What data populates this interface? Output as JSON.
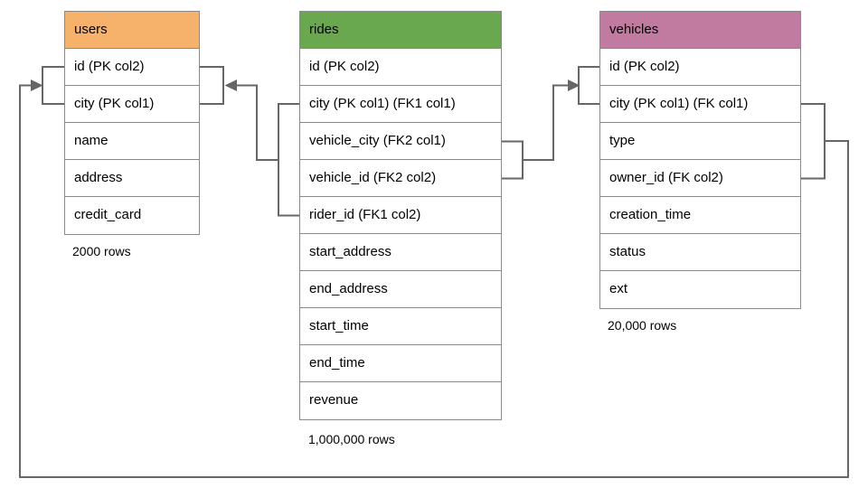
{
  "diagram": {
    "line_color": "#666666",
    "tables": [
      {
        "name": "users",
        "header_color": "#F6B26B",
        "columns": [
          "id (PK col2)",
          "city (PK col1)",
          "name",
          "address",
          "credit_card"
        ],
        "row_count_label": "2000 rows"
      },
      {
        "name": "rides",
        "header_color": "#6AA84F",
        "columns": [
          "id (PK col2)",
          "city (PK col1) (FK1 col1)",
          "vehicle_city (FK2 col1)",
          "vehicle_id (FK2 col2)",
          "rider_id (FK1 col2)",
          "start_address",
          "end_address",
          "start_time",
          "end_time",
          "revenue"
        ],
        "row_count_label": "1,000,000 rows"
      },
      {
        "name": "vehicles",
        "header_color": "#C27BA0",
        "columns": [
          "id (PK col2)",
          "city (PK col1) (FK col1)",
          "type",
          "owner_id (FK col2)",
          "creation_time",
          "status",
          "ext"
        ],
        "row_count_label": "20,000 rows"
      }
    ],
    "relations": [
      {
        "name": "FK1",
        "from_table": "rides",
        "from_columns": [
          "city",
          "rider_id"
        ],
        "to_table": "users",
        "to_columns": [
          "id",
          "city"
        ]
      },
      {
        "name": "FK2",
        "from_table": "rides",
        "from_columns": [
          "vehicle_city",
          "vehicle_id"
        ],
        "to_table": "vehicles",
        "to_columns": [
          "id",
          "city"
        ]
      },
      {
        "name": "FK",
        "from_table": "vehicles",
        "from_columns": [
          "city",
          "owner_id"
        ],
        "to_table": "users",
        "to_columns": [
          "id",
          "city"
        ]
      }
    ]
  }
}
